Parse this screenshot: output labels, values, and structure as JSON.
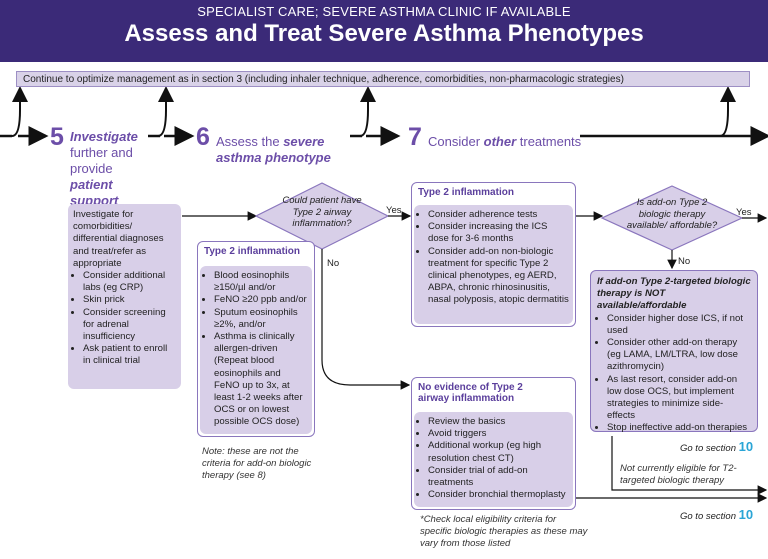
{
  "header": {
    "subtitle": "SPECIALIST CARE; SEVERE ASTHMA CLINIC IF AVAILABLE",
    "title": "Assess and Treat Severe Asthma Phenotypes"
  },
  "banner": "Continue to optimize management as in section 3 (including inhaler technique, adherence, comorbidities, non-pharmacologic strategies)",
  "step5": {
    "number": "5",
    "line1": "Investigate",
    "line2": "further and",
    "line3a": "provide ",
    "line3b": "patient",
    "line4": "support",
    "box_intro": "Investigate for comorbidities/ differential diagnoses and treat/refer as appropriate",
    "items": [
      "Consider additional labs (eg CRP)",
      "Skin prick",
      "Consider screening for adrenal insufficiency",
      "Ask patient to enroll in clinical trial"
    ]
  },
  "step6": {
    "number": "6",
    "line1": "Assess the ",
    "line1b": "severe",
    "line2": "asthma phenotype",
    "decision": "Could patient have Type 2 airway inflammation?",
    "yes": "Yes",
    "no": "No",
    "t2_title": "Type 2 inflammation",
    "t2_items": [
      "Blood eosinophils ≥150/µl and/or",
      "FeNO ≥20 ppb and/or",
      "Sputum eosinophils ≥2%, and/or",
      "Asthma is clinically allergen-driven (Repeat blood eosinophils and FeNO up to 3x, at least 1-2 weeks after OCS or on lowest possible OCS dose)"
    ],
    "note": "Note: these are not the criteria for add-on biologic therapy (see 8)"
  },
  "step7": {
    "number": "7",
    "title_a": "Consider ",
    "title_b": "other",
    "title_c": " treatments",
    "t2_title": "Type 2 inflammation",
    "t2_items": [
      "Consider adherence tests",
      "Consider increasing the ICS dose for 3-6 months",
      "Consider add-on non-biologic treatment for specific Type 2 clinical phenotypes, eg AERD, ABPA, chronic rhinosinusitis, nasal polyposis, atopic dermatitis"
    ],
    "no_t2_title": "No evidence of Type 2 airway inflammation",
    "no_t2_items": [
      "Review the basics",
      "Avoid triggers",
      "Additional workup (eg high resolution chest CT)",
      "Consider trial of add-on treatments",
      "Consider bronchial thermoplasty"
    ],
    "footnote": "*Check local eligibility criteria for specific biologic therapies as these may vary from those listed"
  },
  "right": {
    "decision": "Is add-on Type 2 biologic therapy available/ affordable?",
    "yes": "Yes",
    "no": "No",
    "box_title": "If add-on Type 2-targeted biologic therapy is NOT available/affordable",
    "items": [
      "Consider higher dose ICS, if not used",
      "Consider other add-on therapy (eg LAMA, LM/LTRA, low dose azithromycin)",
      "As last resort, consider add-on low dose OCS, but implement strategies to minimize side-effects",
      "Stop ineffective add-on therapies"
    ],
    "goto_label": "Go to section ",
    "goto_num": "10",
    "not_eligible": "Not currently eligible for T2-targeted biologic therapy",
    "goto2_label": "Go to section ",
    "goto2_num": "10"
  },
  "colors": {
    "header": "#3b2a78",
    "accent": "#6c4ea8",
    "box": "#d8cfe8",
    "link": "#2aa5d6"
  }
}
